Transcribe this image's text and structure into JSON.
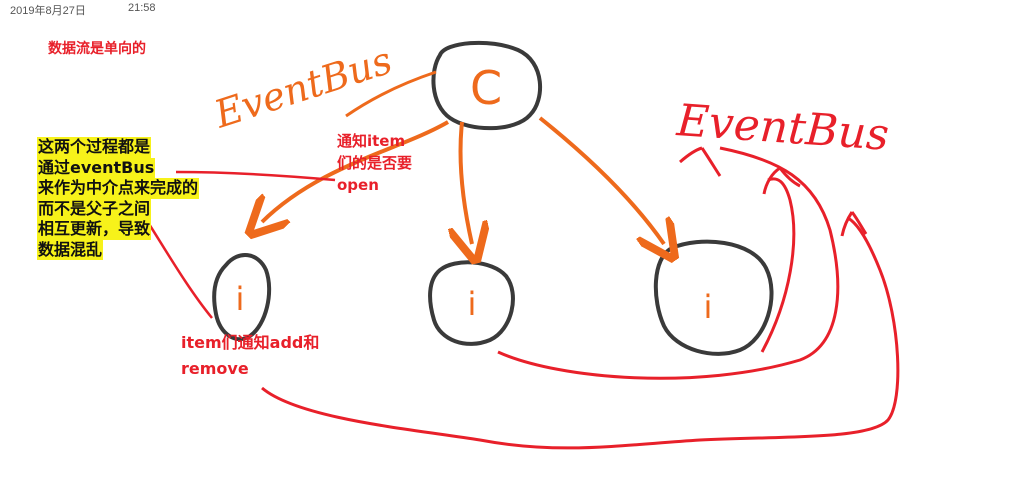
{
  "header": {
    "date": "2019年8月27日",
    "time": "21:58"
  },
  "notes": {
    "title": "数据流是单向的",
    "notify_lines": [
      "通知item",
      "们的是否要",
      "open"
    ],
    "yellow_lines": [
      "这两个过程都是",
      "通过eventBus",
      "来作为中介点来完成的",
      "而不是父子之间",
      "相互更新，导致",
      "数据混乱"
    ],
    "items_lines": [
      "item们通知add和",
      "remove"
    ]
  },
  "diagram": {
    "parent_node_label": "C",
    "child_node_label": "i",
    "handwritten_eventbus_orange": "EventBus",
    "handwritten_eventbus_red": "EventBus"
  },
  "colors": {
    "orange": "#ee6a1c",
    "red": "#e8202a",
    "node_outline": "#3a3a3a",
    "highlight": "#f7f21a"
  }
}
